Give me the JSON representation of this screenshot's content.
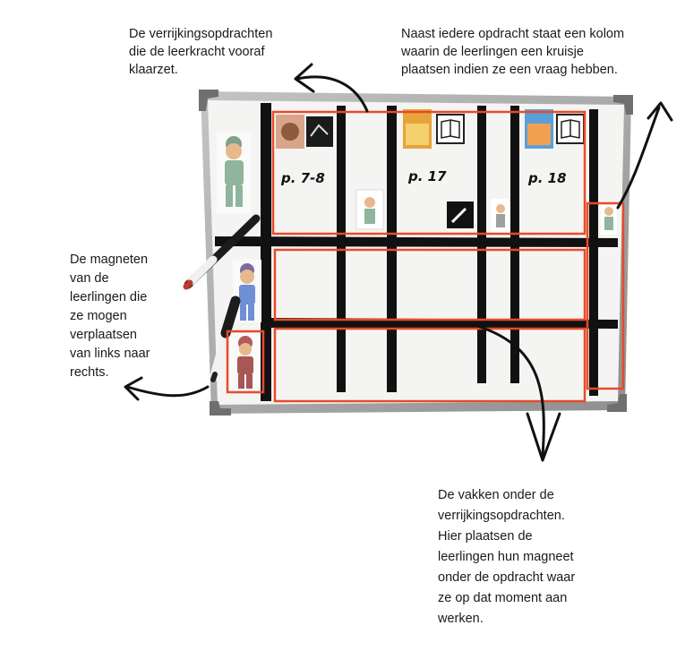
{
  "annotations": {
    "top_left": [
      "De verrijkingsopdrachten",
      "die de leerkracht vooraf",
      "klaarzet."
    ],
    "top_right": [
      "Naast iedere opdracht staat een kolom",
      "waarin de leerlingen een kruisje",
      "plaatsen indien ze een vraag hebben."
    ],
    "left": [
      "De magneten",
      "van de",
      "leerlingen die",
      "ze mogen",
      "verplaatsen",
      "van links naar",
      "rechts."
    ],
    "bottom": [
      "De vakken onder de",
      "verrijkingsopdrachten.",
      "Hier plaatsen de",
      "leerlingen hun magneet",
      "onder de opdracht waar",
      "ze op dat moment aan",
      "werken."
    ]
  },
  "board": {
    "page_labels": [
      "p. 7-8",
      "p. 17",
      "p. 18"
    ],
    "colors": {
      "highlight": "#e84a2a",
      "tape": "#111111",
      "frame": "#a9a9a9",
      "surface": "#f4f4f2"
    }
  }
}
